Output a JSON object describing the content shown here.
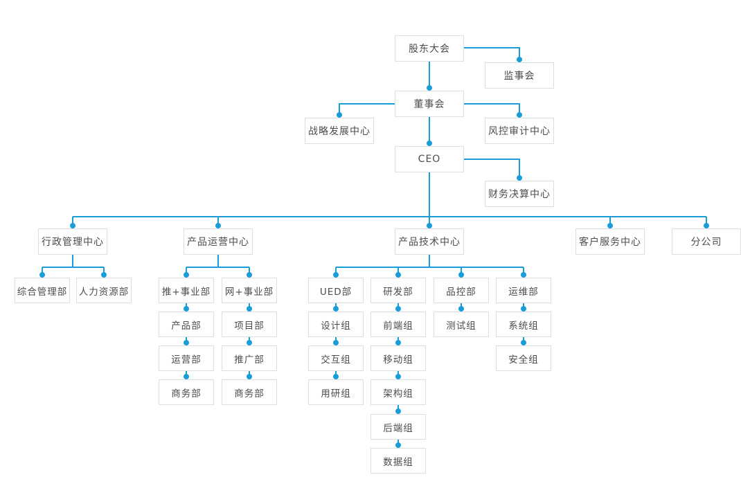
{
  "chart_title": "",
  "colors": {
    "connector_blue": "#199dd8",
    "box_border": "#dcdfe1",
    "box_background": "#ffffff",
    "label_text": "#4c4c4c"
  },
  "nodes": {
    "shareholders": "股东大会",
    "supervisory": "监事会",
    "board": "董事会",
    "strategy": "战略发展中心",
    "risk_audit": "风控审计中心",
    "ceo": "CEO",
    "finance": "财务决算中心",
    "admin_center": "行政管理中心",
    "product_ops_center": "产品运营中心",
    "product_tech_center": "产品技术中心",
    "customer_service_center": "客户服务中心",
    "branch_company": "分公司",
    "general_mgmt_dept": "综合管理部",
    "hr_dept": "人力资源部",
    "tui_division": "推+事业部",
    "wang_division": "网+事业部",
    "product_dept": "产品部",
    "operations_dept": "运营部",
    "business_dept_1": "商务部",
    "project_dept": "项目部",
    "promotion_dept": "推广部",
    "business_dept_2": "商务部",
    "ued_dept": "UED部",
    "design_group": "设计组",
    "interaction_group": "交互组",
    "user_research_group": "用研组",
    "rd_dept": "研发部",
    "frontend_group": "前端组",
    "mobile_group": "移动组",
    "architecture_group": "架构组",
    "backend_group": "后端组",
    "data_group": "数据组",
    "qc_dept": "品控部",
    "testing_group": "测试组",
    "ops_maintenance_dept": "运维部",
    "system_group": "系统组",
    "security_group": "安全组"
  },
  "hierarchy_note": {
    "root": "股东大会",
    "levels": "股东大会 > (监事会) > 董事会 > (战略发展中心, 风控审计中心) > CEO > (财务决算中心) > 行政管理中心 / 产品运营中心 / 产品技术中心 / 客户服务中心 / 分公司"
  }
}
